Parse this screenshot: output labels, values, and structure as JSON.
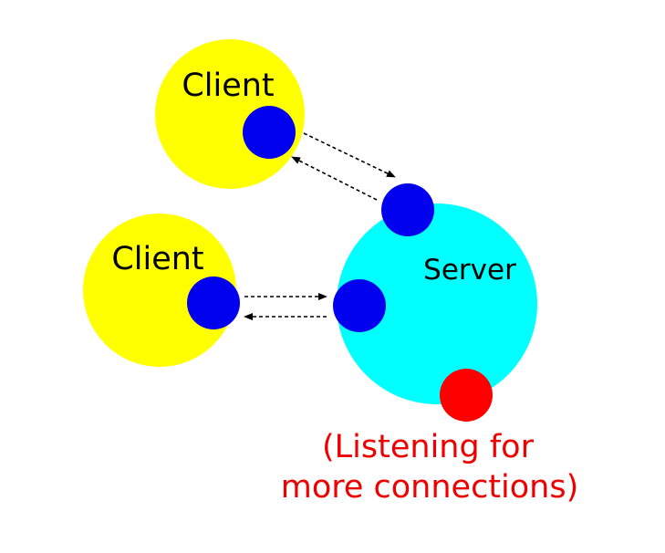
{
  "clients": [
    {
      "label": "Client"
    },
    {
      "label": "Client"
    }
  ],
  "server": {
    "label": "Server"
  },
  "listening_note": {
    "line1": "(Listening for",
    "line2": "more connections)"
  },
  "colors": {
    "client_fill": "#ffff00",
    "server_fill": "#00ffff",
    "socket_fill": "#0000ee",
    "listening_socket_fill": "#ff0000",
    "note_text": "#ee0000",
    "label_text": "#000000",
    "arrow": "#000000"
  },
  "connections": [
    {
      "from": "client-1-socket",
      "to": "server-socket-1",
      "direction": "bidirectional"
    },
    {
      "from": "client-2-socket",
      "to": "server-socket-2",
      "direction": "bidirectional"
    }
  ]
}
